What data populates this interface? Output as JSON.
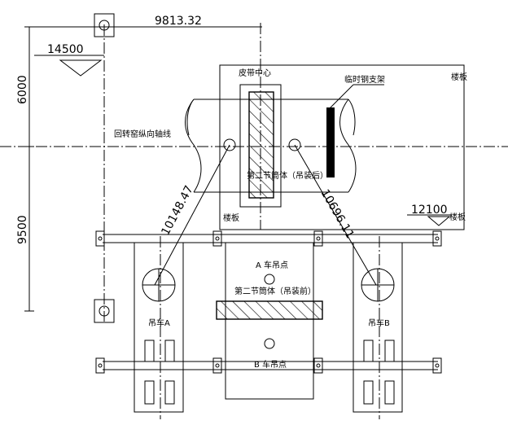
{
  "dimensions": {
    "top_span": "9813.32",
    "elev_left": "14500",
    "vertical_upper": "6000",
    "vertical_lower": "9500",
    "elev_right": "12100",
    "diag_left": "10148.47",
    "diag_right": "10696.11"
  },
  "labels": {
    "belt_center": "皮带中心",
    "temp_support": "临时钢支架",
    "floor_top_right": "楼板",
    "floor_bottom_left": "楼板",
    "floor_bottom_right": "楼板",
    "axis_label": "回转窑纵向轴线",
    "section_after": "第二节筒体（吊装后）",
    "section_before": "第二节筒体（吊装前）",
    "hoist_point_a": "A 车吊点",
    "hoist_point_b": "B 车吊点",
    "crane_a": "吊车A",
    "crane_b": "吊车B"
  }
}
